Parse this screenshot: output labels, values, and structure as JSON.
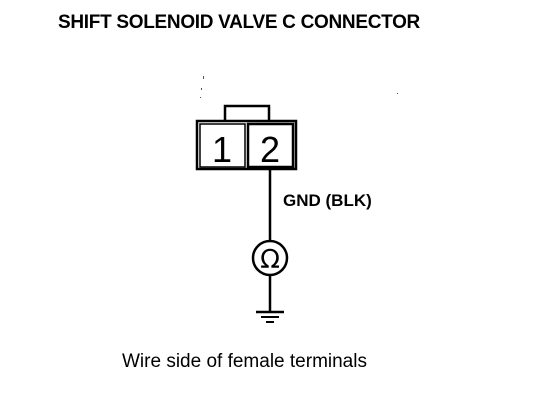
{
  "title": "SHIFT SOLENOID VALVE C CONNECTOR",
  "connector": {
    "terminals": [
      "1",
      "2"
    ]
  },
  "wire_label": "GND (BLK)",
  "meter_symbol": "Ω",
  "caption": "Wire side of female terminals",
  "colors": {
    "line": "#000000",
    "background": "#ffffff"
  }
}
